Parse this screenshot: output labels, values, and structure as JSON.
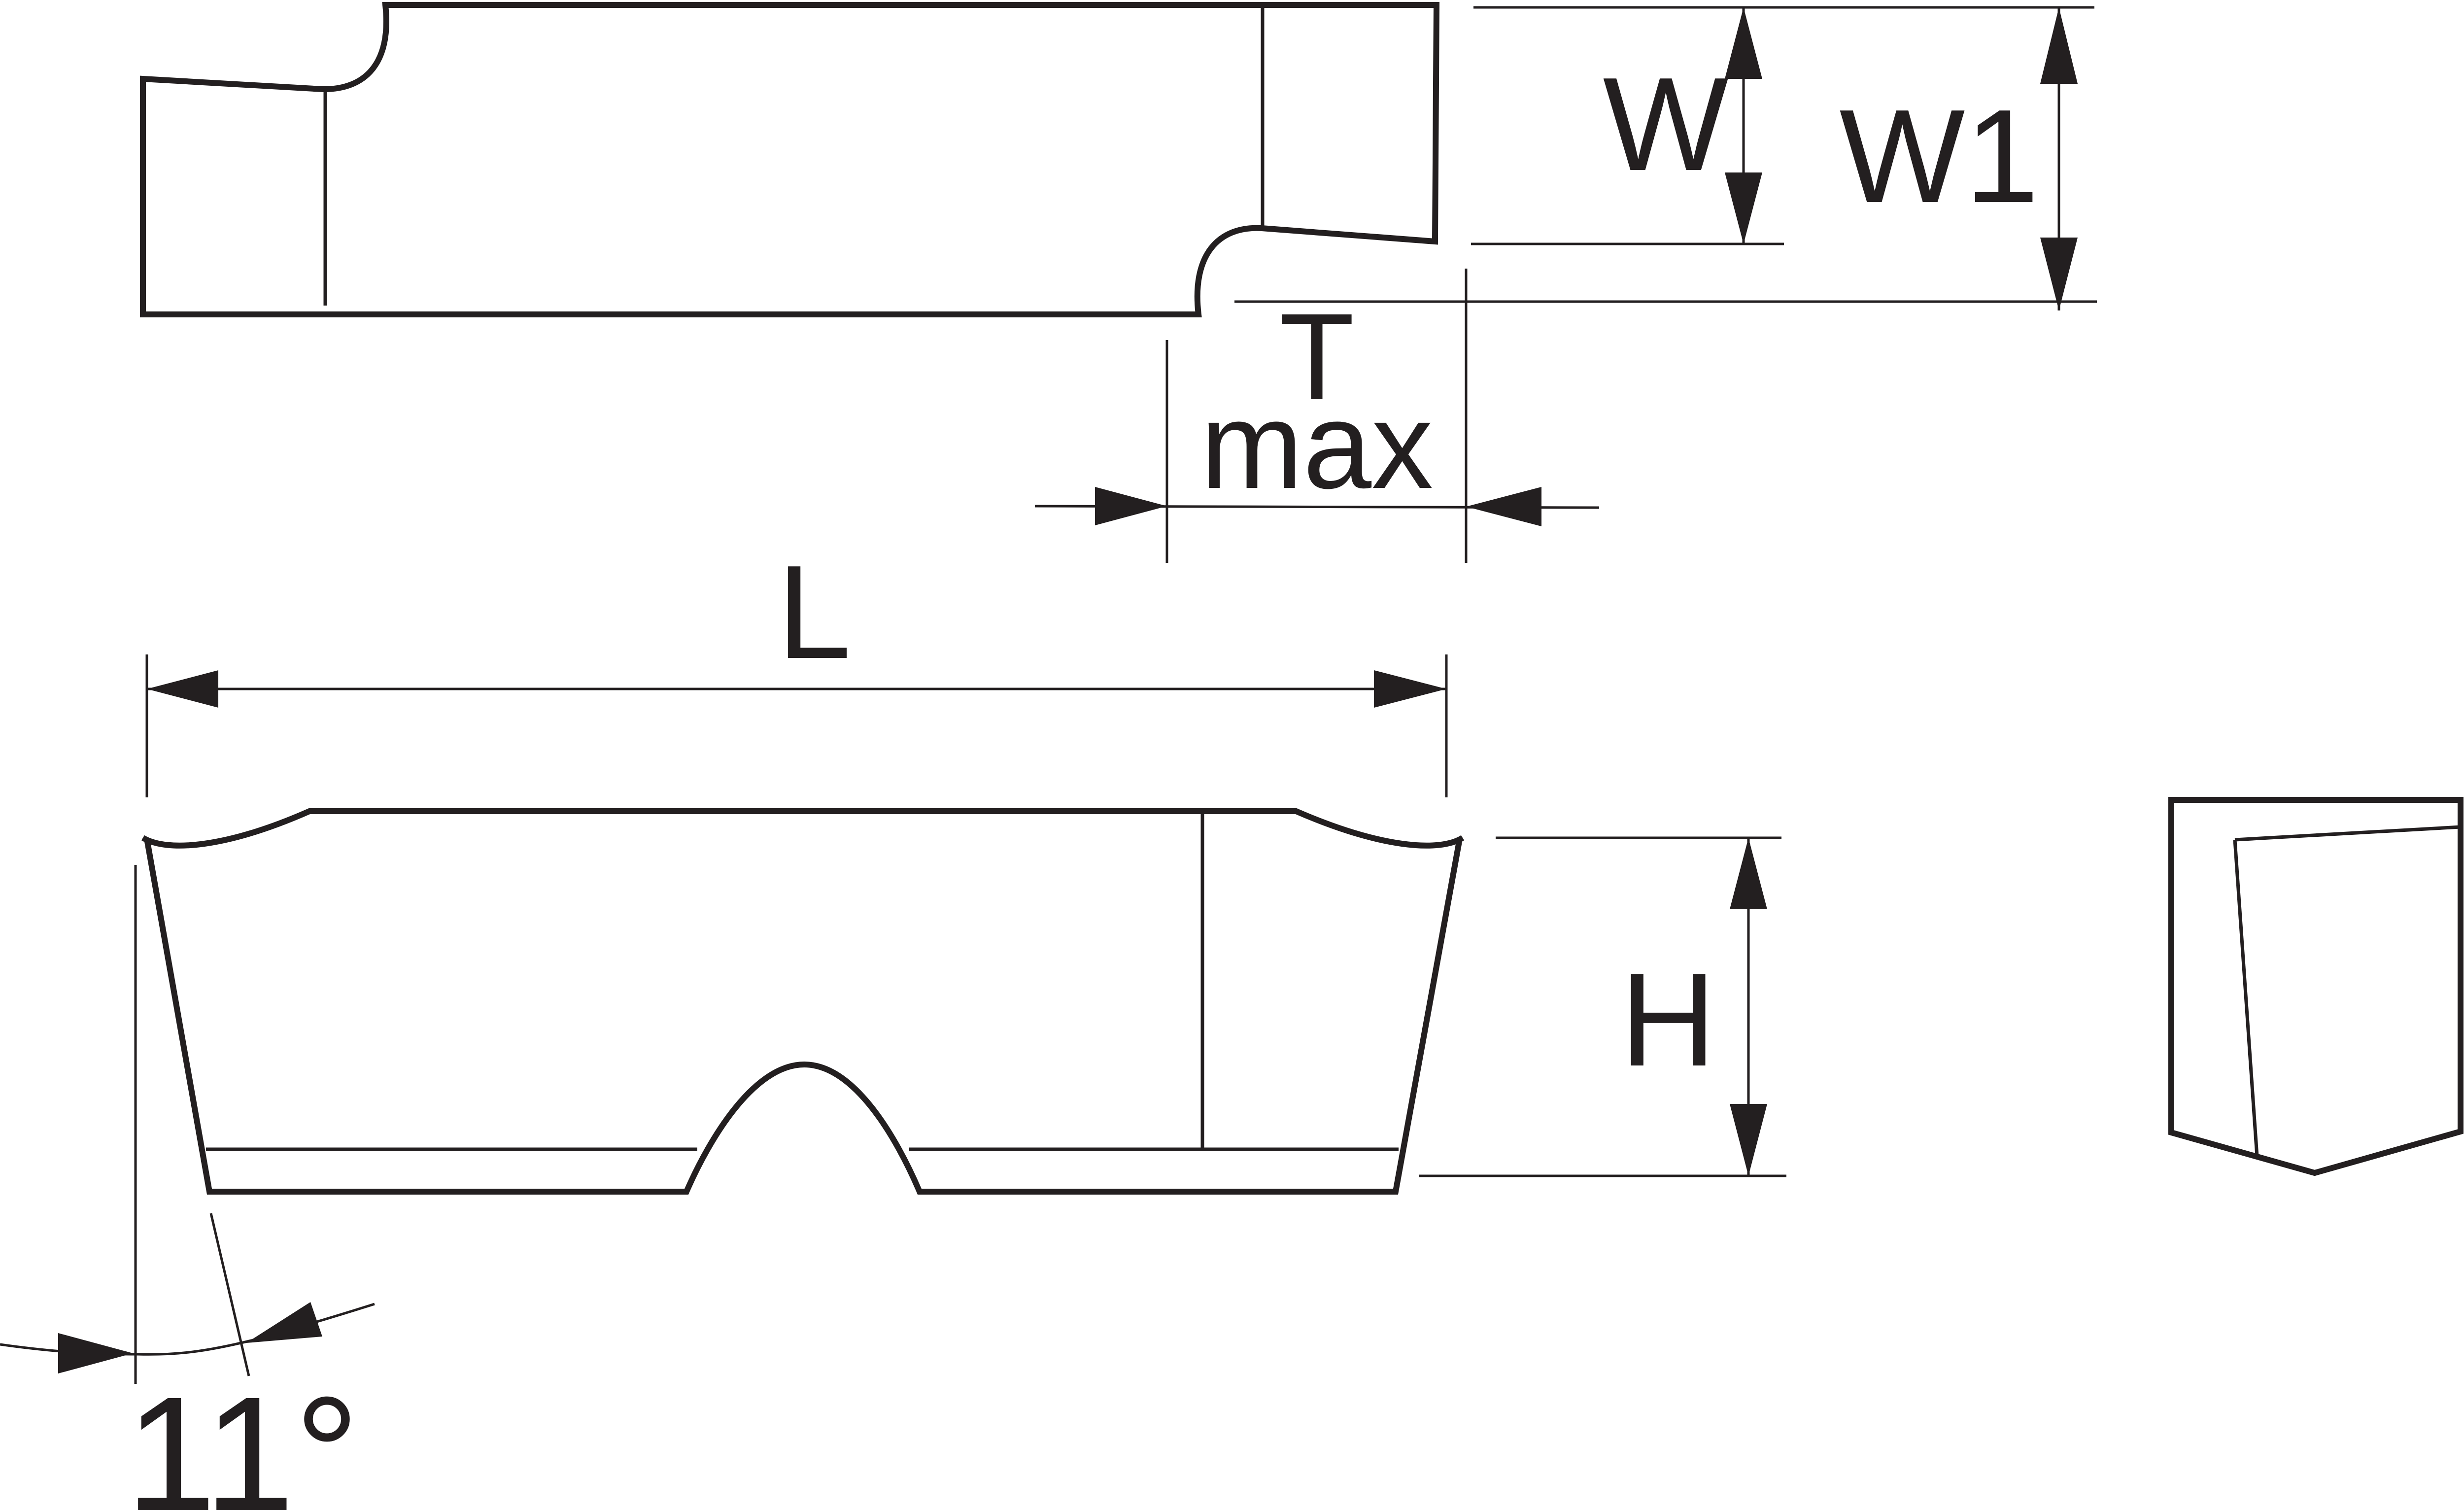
{
  "colors": {
    "line": "#231f20",
    "background": "#ffffff"
  },
  "labels": {
    "w": "W",
    "w1": "W1",
    "t": "T",
    "max": "max",
    "l": "L",
    "h": "H",
    "angle": "11°"
  }
}
